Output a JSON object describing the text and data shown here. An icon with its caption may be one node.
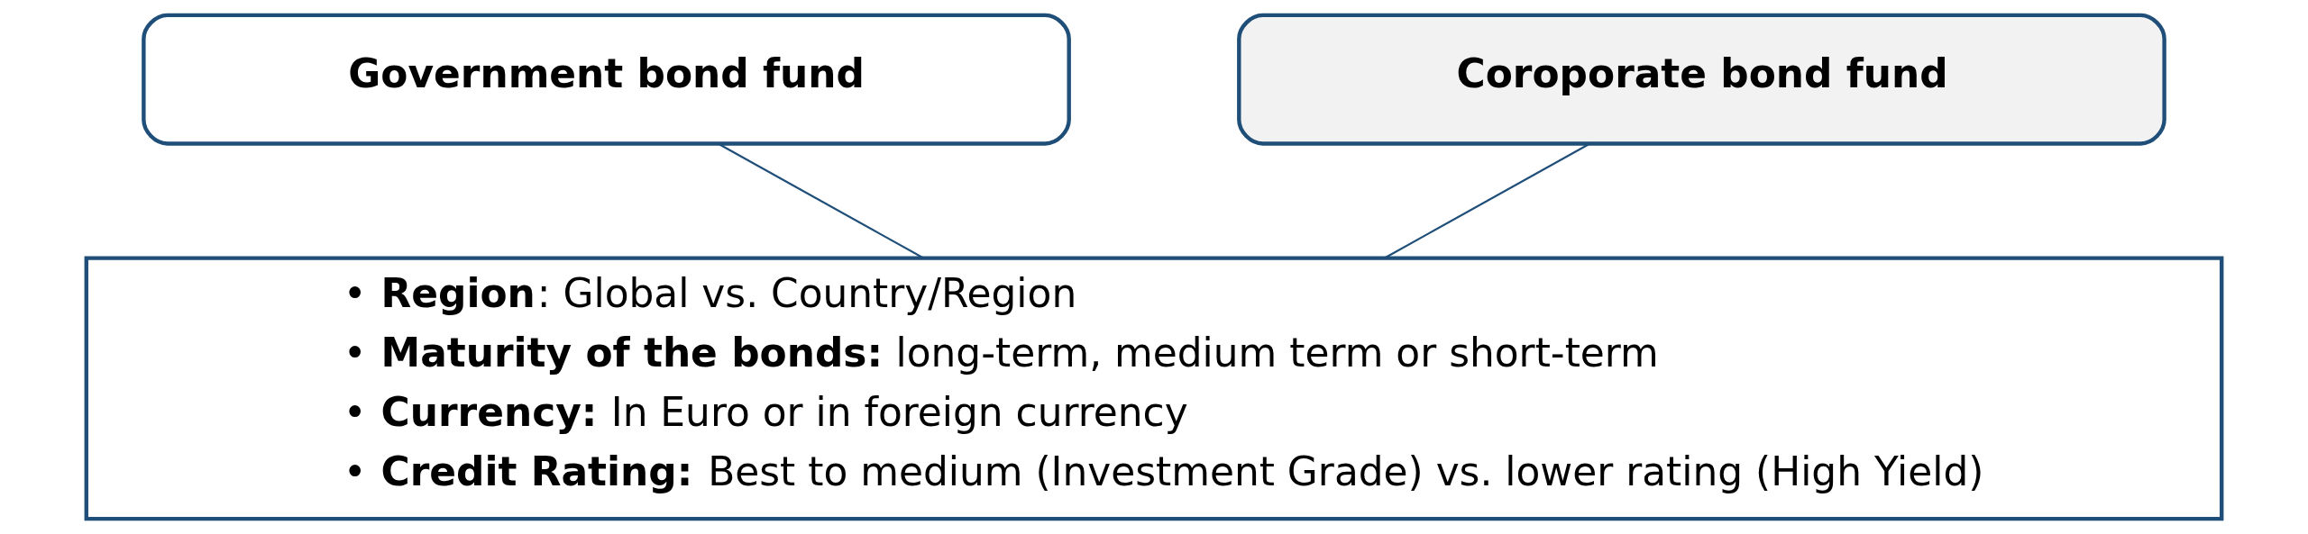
{
  "diagram": {
    "nodes": [
      {
        "text": [
          "Government bond fund"
        ]
      },
      {
        "text": [
          "Coroporate bond fund"
        ]
      },
      {
        "text": [
          "• **Region**: Global vs. Country/Region",
          "• **Maturity of the bonds:** long-term, medium term or short-term",
          "• **Currency:** In Euro or in foreign currency",
          "• **Credit Rating:** Best to medium (Investment Grade) vs. lower rating (High Yield)"
        ]
      }
    ],
    "edges": [
      {
        "from": 0,
        "to": 2,
        "arrow": "none"
      },
      {
        "from": 1,
        "to": 2,
        "arrow": "none"
      }
    ]
  }
}
